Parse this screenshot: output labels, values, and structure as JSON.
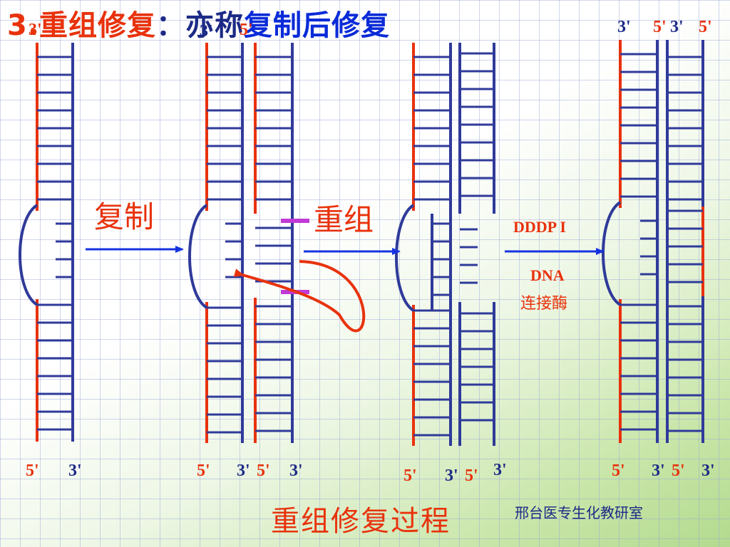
{
  "title": {
    "number": "3.",
    "name": "重组修复",
    "alias_prefix": "：亦称",
    "alias": "复制后修复"
  },
  "steps": {
    "replication": "复制",
    "recombination": "重组",
    "enzyme_top": "DDDP I",
    "enzyme_mid": "DNA",
    "enzyme_bottom": "连接酶"
  },
  "labels": {
    "p1_top_left": "3'",
    "p2_top_left": "3'",
    "p2_top_mid": "5'",
    "p4_top_a": "3'",
    "p4_top_b": "5'",
    "p4_top_c": "3'",
    "p4_top_d": "5'",
    "p1_bot_5": "5'",
    "p1_bot_3": "3'",
    "p2_bot_5": "5'",
    "p2_bot_3a": "3'",
    "p2_bot_5b": "5'",
    "p2_bot_3b": "3'",
    "p3_bot_5": "5'",
    "p3_bot_3a": "3'",
    "p3_bot_5b": "5'",
    "p3_bot_3b": "3'",
    "p4_bot_5": "5'",
    "p4_bot_3a": "3'",
    "p4_bot_5b": "5'",
    "p4_bot_3b": "3'"
  },
  "caption": "重组修复过程",
  "credit": "邢台医专生化教研室",
  "colors": {
    "red_strand": "#e8320c",
    "blue_strand": "#2f3a9a",
    "arrow": "#1633e0",
    "damage": "#c13ad6"
  }
}
